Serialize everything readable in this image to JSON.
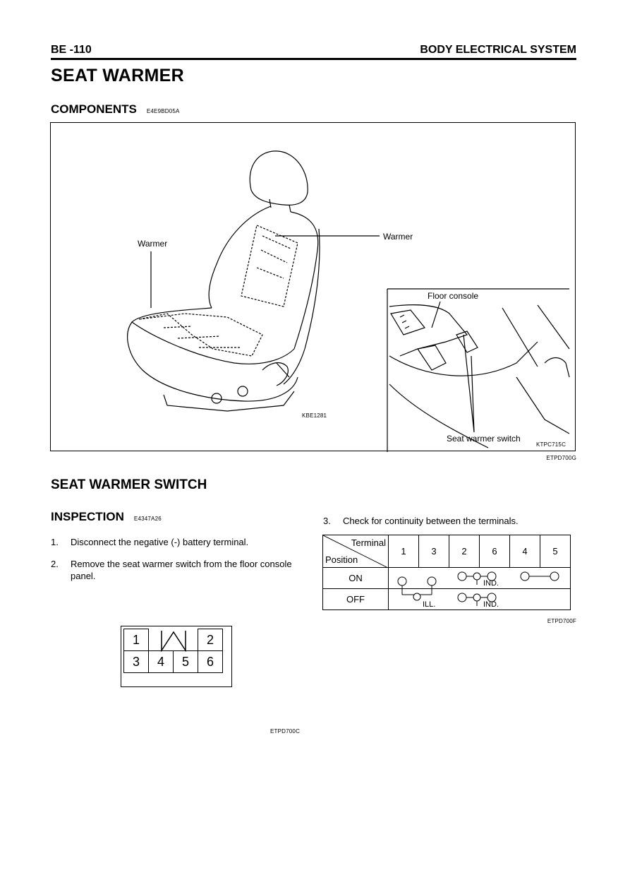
{
  "header": {
    "page_number": "BE -110",
    "section": "BODY ELECTRICAL SYSTEM"
  },
  "title": "SEAT WARMER",
  "components": {
    "heading": "COMPONENTS",
    "code": "E4E9BD05A",
    "labels": {
      "warmer_left": "Warmer",
      "warmer_right": "Warmer",
      "floor_console": "Floor console",
      "seat_warmer_switch": "Seat warmer switch"
    },
    "fig_codes": {
      "seat": "KBE1281",
      "console": "KTPC715C",
      "figure": "ETPD700G"
    }
  },
  "switch_section": {
    "heading": "SEAT WARMER SWITCH"
  },
  "inspection": {
    "heading": "INSPECTION",
    "code": "E4347A26",
    "steps": [
      {
        "num": "1.",
        "text": "Disconnect the negative (-) battery terminal."
      },
      {
        "num": "2.",
        "text": "Remove the seat warmer switch from the floor console panel."
      }
    ],
    "step3": {
      "num": "3.",
      "text": "Check for continuity between the terminals."
    }
  },
  "continuity_table": {
    "corner_top": "Terminal",
    "corner_bottom": "Position",
    "terminals": [
      "1",
      "3",
      "2",
      "6",
      "4",
      "5"
    ],
    "rows": [
      {
        "position": "ON",
        "ind_label": "IND."
      },
      {
        "position": "OFF",
        "ill_label": "ILL.",
        "ind_label": "IND."
      }
    ],
    "fig_code": "ETPD700F"
  },
  "connector": {
    "top_row": [
      "1",
      "2"
    ],
    "bottom_row": [
      "3",
      "4",
      "5",
      "6"
    ],
    "fig_code": "ETPD700C"
  }
}
